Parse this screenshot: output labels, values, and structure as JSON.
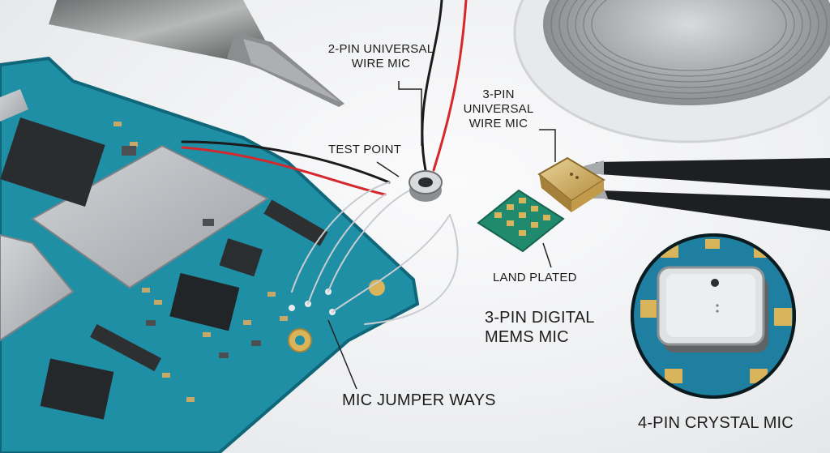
{
  "labels": {
    "two_pin_line1": "2-PIN UNIVERSAL",
    "two_pin_line2": "WIRE MIC",
    "three_pin_wire_line1": "3-PIN",
    "three_pin_wire_line2": "UNIVERSAL",
    "three_pin_wire_line3": "WIRE MIC",
    "test_point": "TEST POINT",
    "land_plated": "LAND PLATED",
    "mems_line1": "3-PIN DIGITAL",
    "mems_line2": "MEMS MIC",
    "jumper": "MIC JUMPER WAYS",
    "crystal": "4-PIN CRYSTAL MIC"
  },
  "colors": {
    "pcb": "#1f8fa6",
    "pcb_dark": "#157588",
    "gold_pad": "#d9b45a",
    "shield": "#b9bcbf",
    "wire_red": "#d5282c",
    "wire_black": "#1b1b1b",
    "silver_wire": "#c9ccd0"
  }
}
